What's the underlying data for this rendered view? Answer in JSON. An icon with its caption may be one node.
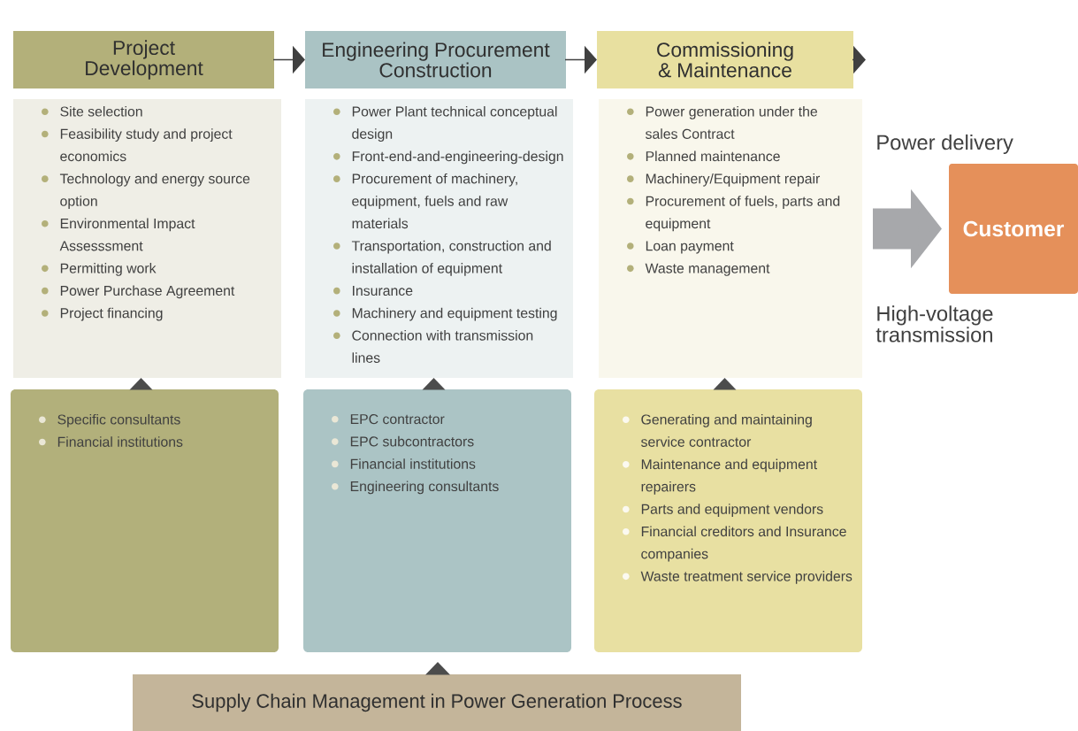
{
  "diagram": {
    "nodes": [
      {
        "text": [
          "Project Development"
        ]
      },
      {
        "text": [
          "Site selection",
          "Feasibility study and project economics",
          "Technology and energy source option",
          "Environmental Impact Assesssment",
          "Permitting work",
          "Power Purchase Agreement",
          "Project financing"
        ]
      },
      {
        "text": [
          "Specific consultants",
          "Financial institutions"
        ]
      },
      {
        "text": [
          "Engineering Procurement Construction"
        ]
      },
      {
        "text": [
          "Power Plant technical conceptual design",
          "Front-end-and-engineering-design",
          "Procurement of machinery, equipment, fuels and raw materials",
          "Transportation, construction and installation of equipment",
          "Insurance",
          "Machinery and equipment testing",
          "Connection with transmission lines"
        ]
      },
      {
        "text": [
          "EPC contractor",
          "EPC subcontractors",
          "Financial institutions",
          "Engineering consultants"
        ]
      },
      {
        "text": [
          "Commissioning & Maintenance"
        ]
      },
      {
        "text": [
          "Power generation under the sales Contract",
          "Planned maintenance",
          "Machinery/Equipment repair",
          "Procurement of fuels, parts and equipment",
          "Loan payment",
          "Waste management"
        ]
      },
      {
        "text": [
          "Generating and maintaining service contractor",
          "Maintenance and equipment repairers",
          "Parts and equipment vendors",
          "Financial creditors and Insurance companies",
          "Waste treatment service providers"
        ]
      },
      {
        "text": [
          "Customer"
        ]
      },
      {
        "text": [
          "Supply Chain Management in Power Generation Process"
        ]
      }
    ],
    "edges": [
      {
        "from": 0,
        "to": 3,
        "arrow": "to"
      },
      {
        "from": 3,
        "to": 6,
        "arrow": "to"
      },
      {
        "from": 6,
        "to": null,
        "arrow": "to"
      },
      {
        "from": 7,
        "to": 9,
        "arrow": "to",
        "style": "thick",
        "color": "#a7a8ab"
      }
    ],
    "labels": [
      "Power delivery",
      "High-voltage transmission"
    ]
  }
}
